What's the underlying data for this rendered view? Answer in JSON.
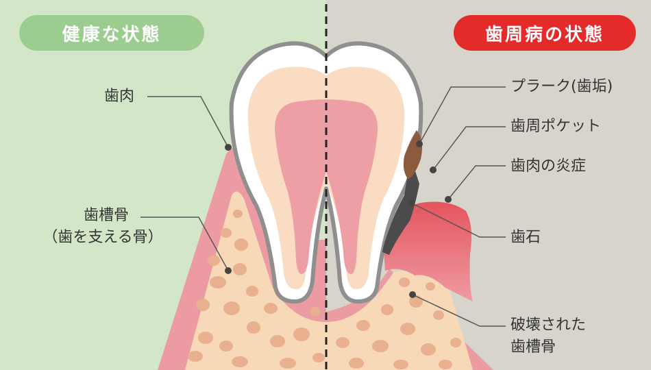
{
  "headers": {
    "healthy": "健康な状態",
    "periodontal": "歯周病の状態"
  },
  "labels": {
    "gum": "歯肉",
    "alveolar_bone": "歯槽骨",
    "alveolar_bone_sub": "（歯を支える骨）",
    "plaque": "プラーク(歯垢)",
    "pocket": "歯周ポケット",
    "gum_inflammation": "歯肉の炎症",
    "calculus": "歯石",
    "destroyed_bone_1": "破壊された",
    "destroyed_bone_2": "歯槽骨"
  },
  "colors": {
    "healthy_bg": "#d3e7c8",
    "disease_bg": "#d7d5cb",
    "healthy_badge": "#9acd8e",
    "disease_badge": "#e52a2a",
    "gum": "#ec9ba2",
    "inflamed_gum": "#e55a62",
    "bone": "#f7d9b8",
    "bone_spots": "#e8b08e",
    "tooth_outline": "#8f8f8f",
    "enamel": "#ffffff",
    "dentin": "#f9dcc2",
    "pulp": "#ee9ea5",
    "plaque": "#8c5b3d",
    "calculus": "#4b4b4b"
  }
}
